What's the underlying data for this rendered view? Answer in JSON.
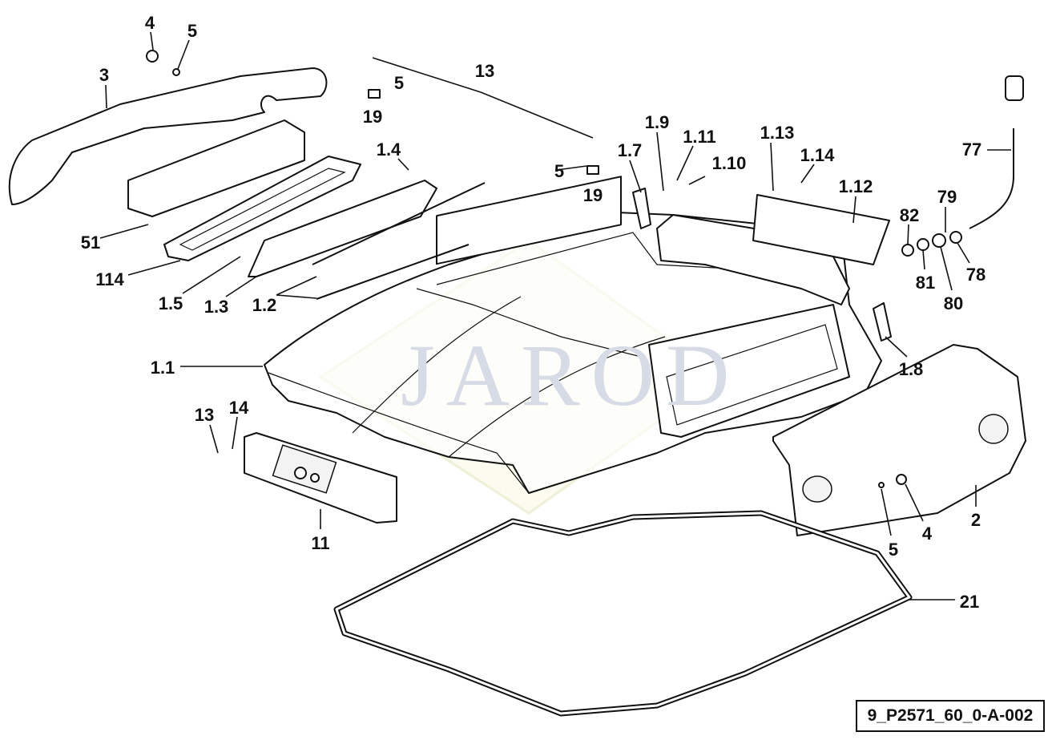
{
  "watermark": "JAROD",
  "drawing_code": "9_P2571_60_0-A-002",
  "callouts": {
    "c4a": "4",
    "c5a": "5",
    "c3": "3",
    "c13a": "13",
    "c5b": "5",
    "c19a": "19",
    "c5c": "5",
    "c19b": "19",
    "c1_9": "1.9",
    "c1_11": "1.11",
    "c1_7": "1.7",
    "c1_10": "1.10",
    "c1_13": "1.13",
    "c1_14": "1.14",
    "c1_12": "1.12",
    "c77": "77",
    "c79": "79",
    "c82": "82",
    "c81": "81",
    "c78": "78",
    "c80": "80",
    "c1_4": "1.4",
    "c51": "51",
    "c114": "114",
    "c1_5": "1.5",
    "c1_3": "1.3",
    "c1_2": "1.2",
    "c1_1": "1.1",
    "c1_8": "1.8",
    "c13b": "13",
    "c14": "14",
    "c11": "11",
    "c2": "2",
    "c5d": "5",
    "c4b": "4",
    "c21": "21"
  }
}
